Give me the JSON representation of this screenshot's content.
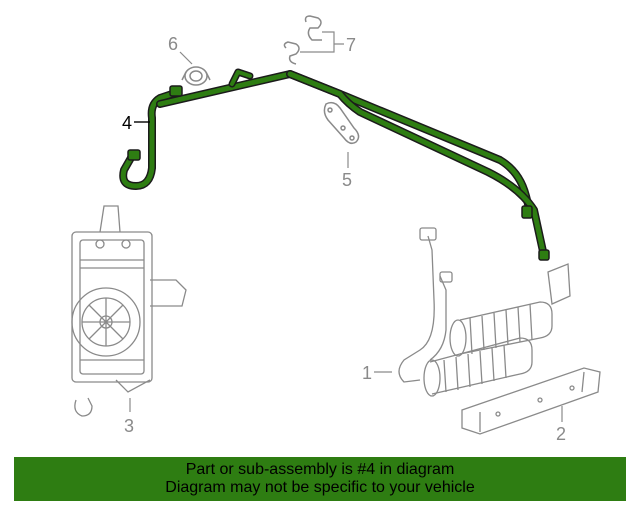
{
  "callouts": {
    "c1": "1",
    "c2": "2",
    "c3": "3",
    "c4": "4",
    "c5": "5",
    "c6": "6",
    "c7": "7"
  },
  "banner": {
    "line1": "Part or sub-assembly is #4 in diagram",
    "line2": "Diagram may not be specific to your vehicle"
  },
  "colors": {
    "highlight": "#2e7d12",
    "linework": "#8a8a8a",
    "selected_label": "#000000",
    "other_labels": "#8a8a8a"
  }
}
